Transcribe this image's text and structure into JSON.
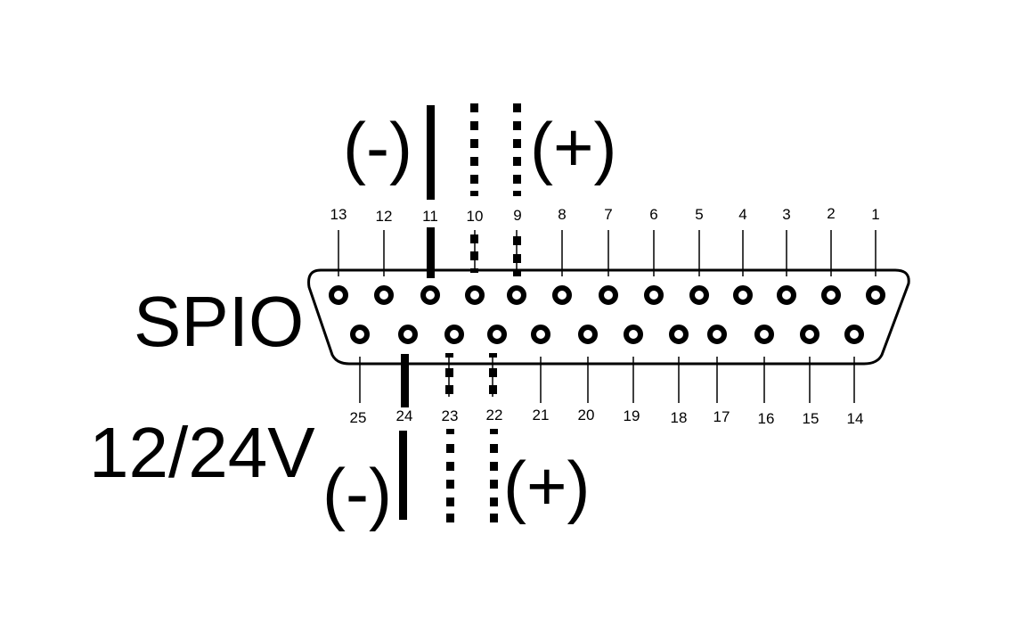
{
  "diagram": {
    "connector_label": "SPIO",
    "voltage_label": "12/24V",
    "connector_type": "DB25",
    "top_polarity": {
      "negative": "(-)",
      "positive": "(+)"
    },
    "bottom_polarity": {
      "negative": "(-)",
      "positive": "(+)"
    },
    "top_row_pins": [
      "13",
      "12",
      "11",
      "10",
      "9",
      "8",
      "7",
      "6",
      "5",
      "4",
      "3",
      "2",
      "1"
    ],
    "bottom_row_pins": [
      "25",
      "24",
      "23",
      "22",
      "21",
      "20",
      "19",
      "18",
      "17",
      "16",
      "15",
      "14"
    ],
    "wiring": {
      "top": [
        {
          "pin": "11",
          "style": "solid",
          "polarity": "negative"
        },
        {
          "pin": "10",
          "style": "dotted",
          "polarity": "positive"
        },
        {
          "pin": "9",
          "style": "dotted",
          "polarity": "positive"
        }
      ],
      "bottom": [
        {
          "pin": "24",
          "style": "solid",
          "polarity": "negative"
        },
        {
          "pin": "23",
          "style": "dotted",
          "polarity": "positive"
        },
        {
          "pin": "22",
          "style": "dotted",
          "polarity": "positive"
        }
      ]
    },
    "colors": {
      "line": "#000000",
      "background": "#ffffff"
    }
  }
}
